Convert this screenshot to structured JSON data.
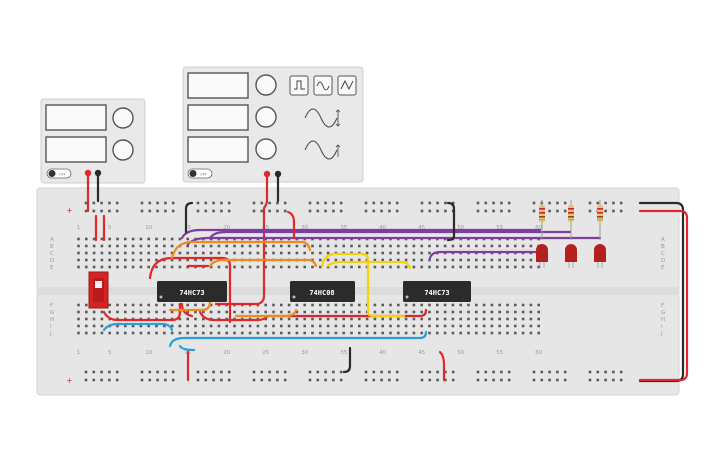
{
  "chips": [
    {
      "label": "74HC73"
    },
    {
      "label": "74HC08"
    },
    {
      "label": "74HC73"
    }
  ],
  "column_numbers": [
    "1",
    "5",
    "10",
    "15",
    "20",
    "25",
    "30",
    "35",
    "40",
    "45",
    "50",
    "55",
    "60"
  ],
  "row_letters_top": [
    "A",
    "B",
    "C",
    "D",
    "E"
  ],
  "row_letters_bottom": [
    "F",
    "G",
    "H",
    "I",
    "J"
  ],
  "power_supply": {
    "off_label": "OFF"
  },
  "function_generator": {
    "off_label": "OFF",
    "waveforms": [
      "square-wave-icon",
      "triangle-wave-icon",
      "sine-wave-icon"
    ]
  },
  "colors": {
    "red_wire": "#e0282b",
    "black_wire": "#2a2a2a",
    "purple_wire": "#7b3fa0",
    "orange_wire": "#f08a1c",
    "yellow_wire": "#f5d20a",
    "blue_wire": "#2a9fd8",
    "led_red": "#b3201e",
    "breadboard": "#e6e6e6",
    "chip": "#2b2b2b"
  }
}
